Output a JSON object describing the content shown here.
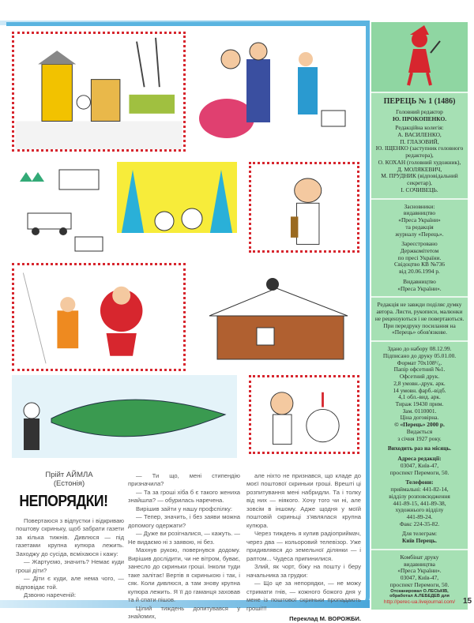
{
  "sidebar": {
    "masthead": "ПЕРЕЦЬ № 1 (1486)",
    "editor_label": "Головний редактор",
    "editor": "Ю. ПРОКОПЕНКО.",
    "board_label": "Редакційна колегія:",
    "board": [
      "А. ВАСИЛЕНКО,",
      "П. ГЛАЗОВИЙ,",
      "Ю. ІЩЕНКО (заступник головного редактора),",
      "О. КОХАН (головний художник),",
      "Д. МОЛЯКЕВИЧ,",
      "М. ПРУДНИК (відповідальний секретар),",
      "І. СОЧИВЕЦЬ."
    ],
    "founders": [
      "Засновники:",
      "видавництво",
      "«Преса України»",
      "та редакція",
      "журналу «Перець»."
    ],
    "registration": [
      "Зареєстровано",
      "Держкомітетом",
      "по пресі України.",
      "Свідоцтво КВ №736",
      "від 20.06.1994 р."
    ],
    "publisher": [
      "Видавництво",
      "«Преса України»."
    ],
    "disclaimer": [
      "Редакція не завжди поділяє думку автора. Листи, рукописи, малюнки не рецензуються і не повертаються.",
      "При передруку посилання на «Перець» обов'язкове."
    ],
    "print_info": [
      "Здано до набору 08.12.99.",
      "Підписано до друку 05.01.00.",
      "Формат 70х108¹/₈.",
      "Папір офсетний №1.",
      "Офсетний друк.",
      "2,8 умовн.-друк. арк.",
      "14 умовн. фарб.-відб.",
      "4,1 обл.-вид. арк.",
      "Тираж 19430 прим.",
      "Зам. 0110001.",
      "Ціна договірна.",
      "© «Перець» 2000 р.",
      "Видається",
      "з січня 1927 року."
    ],
    "frequency": "Виходить раз на місяць.",
    "address": [
      "Адреса редакції:",
      "03047, Київ-47,",
      "проспект Перемоги, 50."
    ],
    "phones": [
      "Телефони:",
      "приймальні: 441-82-14,",
      "відділу розповсюдження",
      "441-89-15, 441-89-38,",
      "художнього відділу",
      "441-89-24.",
      "Факс 224-35-82."
    ],
    "telegram": [
      "Для телеграм:",
      "Київ Перець."
    ],
    "printer": [
      "Комбінат друку",
      "видавництва",
      "«Преса України».",
      "03047, Київ-47,",
      "проспект Перемоги, 50."
    ],
    "scan_credit": [
      "Отсканировал О.ЛЕСЬКІВ,",
      "обработал А.ЛЕБЕДЕВ для"
    ],
    "url": "http://perec-ua.livejournal.com/"
  },
  "page_number": "15",
  "article": {
    "author": "Прійт АЙМЛА",
    "country": "(Естонія)",
    "title": "НЕПОРЯДКИ!",
    "col1": [
      "Повертаюся з відпустки і відкриваю поштову скриньку, щоб забрати газети за кілька тижнів. Дивлюся — під газетами крупна купюра лежить. Заходжу до сусіда, всміхаюся і кажу:",
      "— Жартуємо, значить? Немає куди гроші діти?",
      "— Діти є куди, але нема чого, — відповідає той.",
      "Дзвоню нареченій:"
    ],
    "col2": [
      "— Ти що, мені стипендію призначила?",
      "— Та за гроші хіба б є такого жениха знайшла? — обурилась наречена.",
      "Вирішив зайти у нашу профспілку:",
      "— Тепер, значить, і без заяви можна допомогу одержати?",
      "— Дуже ви розігналися, — кажуть. — Не видаємо ні з заявою, ні без.",
      "Махнув рукою, повернувся додому. Вирішив дослідити, чи не вітром, буває, занесло до скриньки гроші. Інколи туди таке залітає! Вертів я скринькою і так, і сяк. Коли дивлюся, а там знову крупна купюра лежить. Я її до гаманця заховав та й спати пішов.",
      "Цілий тиждень допитувався у знайомих,"
    ],
    "col3": [
      "але ніхто не признався, що кладе до моєї поштової скриньки гроші. Врешті ці розпитування мені набридли. Та і толку від них — ніякого. Хочу того чи ні, але зовсім в іншому. Адже щодня у моїй поштовій скриньці з'являлася крупна купюра.",
      "Через тиждень я купив радіоприймач, через два — кольоровий телевізор. Уже придивлявся до земельної ділянки — і раптом... Чудеса припинилися.",
      "Злий, як чорт, біжу на пошту і беру начальника за грудки:",
      "— Що це за непорядки, — не можу стримати гнів, — кожного божого дня у мене із поштової скриньки пропадають гроші!!!"
    ],
    "translator": "Переклад М. ВОРОЖБИ."
  },
  "colors": {
    "accent_red": "#d7262e",
    "frame_blue": "#5ab4e0",
    "sidebar_green": "#a6e0b4",
    "panel_yellow": "#f7ec3a"
  }
}
